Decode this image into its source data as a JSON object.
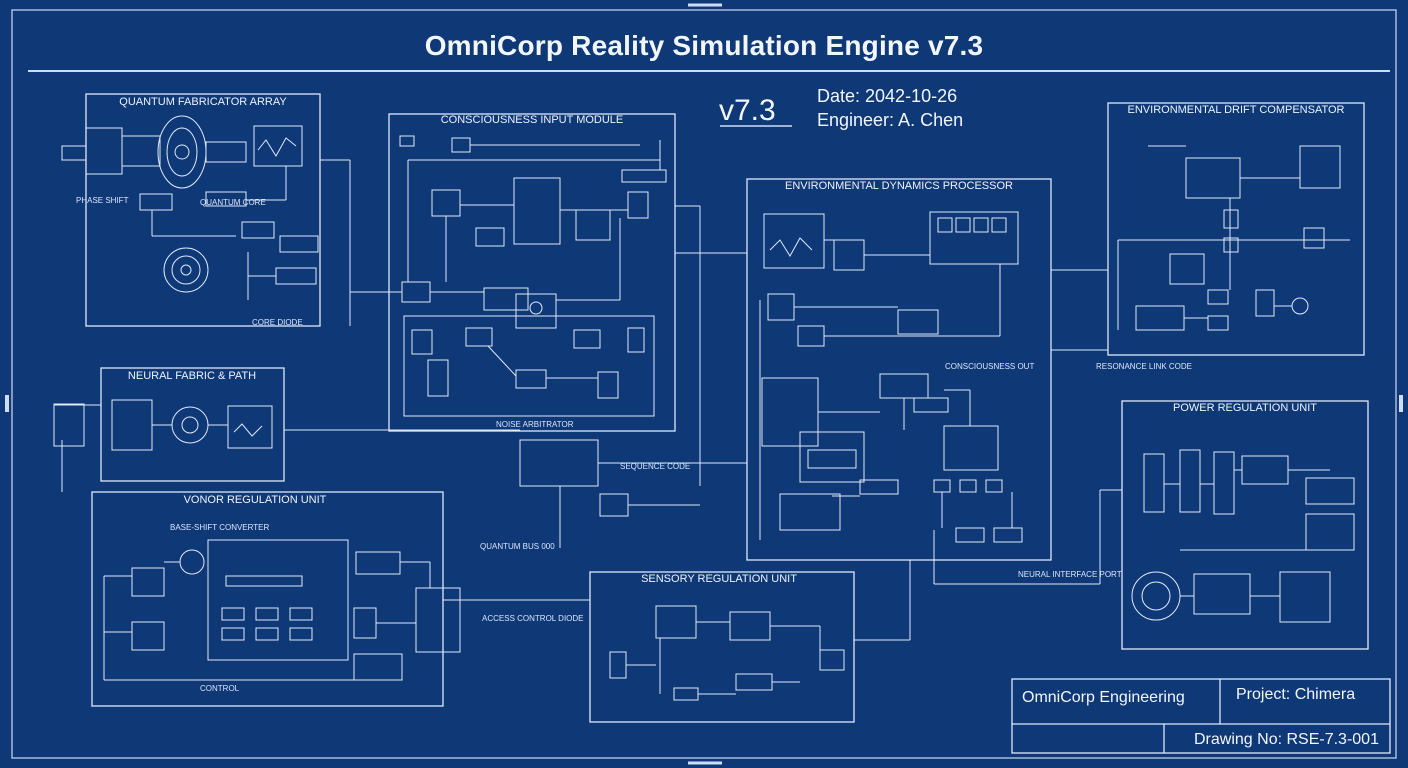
{
  "title": "OmniCorp Reality Simulation Engine v7.3",
  "version_badge": "v7.3",
  "date_line": "Date: 2042-10-26",
  "engineer_line": "Engineer: A. Chen",
  "modules": {
    "quantum": "QUANTUM FABRICATOR ARRAY",
    "consciousness": "CONSCIOUSNESS INPUT MODULE",
    "env_dynamics": "ENVIRONMENTAL DYNAMICS PROCESSOR",
    "env_drift": "ENVIRONMENTAL DRIFT COMPENSATOR",
    "neural": "NEURAL FABRIC & PATH",
    "vonor": "VONOR REGULATION UNIT",
    "sensory": "SENSORY REGULATION UNIT",
    "power": "POWER REGULATION UNIT"
  },
  "labels": {
    "phase_shift": "PHASE SHIFT",
    "quantum_core": "QUANTUM CORE",
    "core_diode": "CORE DIODE",
    "noise_arbitrator": "NOISE ARBITRATOR",
    "sequence_code": "SEQUENCE CODE",
    "quantum_bus": "QUANTUM BUS 000",
    "base_shift_converter": "BASE-SHIFT CONVERTER",
    "control": "CONTROL",
    "access_control": "ACCESS CONTROL DIODE",
    "consciousness_out": "CONSCIOUSNESS OUT",
    "neural_interface_port": "NEURAL INTERFACE PORT",
    "resonance_link": "RESONANCE LINK CODE"
  },
  "title_block": {
    "company": "OmniCorp Engineering",
    "project": "Project: Chimera",
    "drawing_no": "Drawing No: RSE-7.3-001"
  },
  "colors": {
    "background": "#0f3876",
    "line": "#dfe9fb"
  }
}
